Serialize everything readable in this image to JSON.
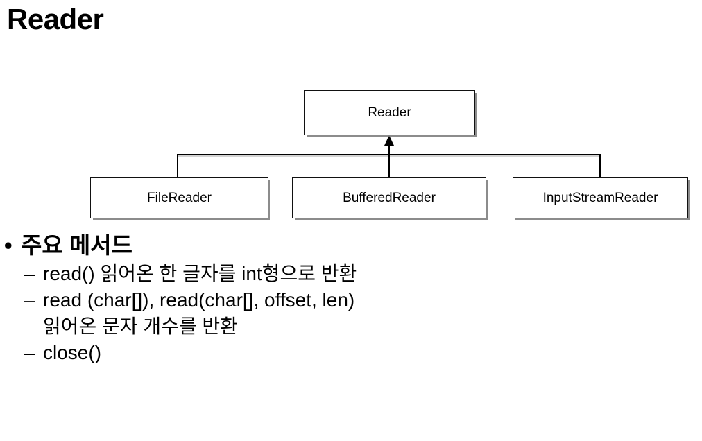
{
  "slide": {
    "title": "Reader"
  },
  "diagram": {
    "type": "class-hierarchy",
    "parent": {
      "label": "Reader"
    },
    "children": [
      {
        "label": "FileReader"
      },
      {
        "label": "BufferedReader"
      },
      {
        "label": "InputStreamReader"
      }
    ],
    "arrow_direction": "up",
    "line_color": "#000000",
    "box_border_color": "#111111",
    "box_fill_color": "#ffffff",
    "shadow_color": "#787878"
  },
  "content": {
    "heading": {
      "marker": "•",
      "text": "주요 메서드"
    },
    "items": [
      {
        "marker": "–",
        "text": "read() 읽어온 한 글자를 int형으로 반환",
        "continuation": ""
      },
      {
        "marker": "–",
        "text": "read (char[]), read(char[], offset, len)",
        "continuation": "읽어온 문자 개수를 반환"
      },
      {
        "marker": "–",
        "text": "close()",
        "continuation": ""
      }
    ]
  }
}
